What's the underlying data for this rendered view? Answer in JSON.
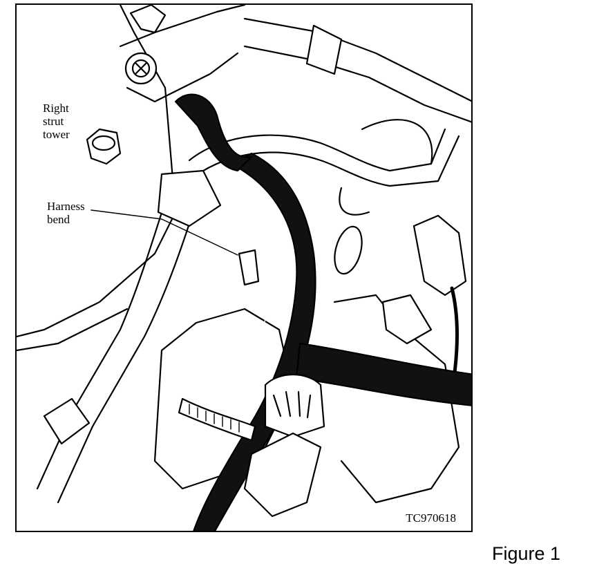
{
  "callouts": {
    "right_strut_tower": "Right\nstrut\ntower",
    "harness_bend": "Harness\nbend"
  },
  "figure_code": "TC970618",
  "caption": "Figure 1"
}
